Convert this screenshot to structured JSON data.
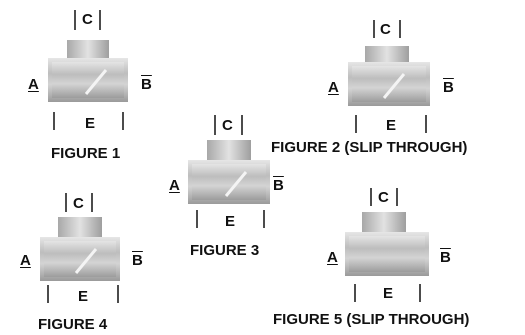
{
  "label_a": "A",
  "label_b": "B",
  "label_c": "C",
  "label_e": "E",
  "figures": [
    {
      "caption": "FIGURE 1"
    },
    {
      "caption": "FIGURE 2 (SLIP THROUGH)"
    },
    {
      "caption": "FIGURE 3"
    },
    {
      "caption": "FIGURE 4"
    },
    {
      "caption": "FIGURE 5 (SLIP THROUGH)"
    }
  ],
  "colors": {
    "metal_light": "#d9d9d9",
    "metal_mid": "#b3b3b3",
    "metal_dark": "#8c8c8c",
    "ink": "#111111"
  }
}
